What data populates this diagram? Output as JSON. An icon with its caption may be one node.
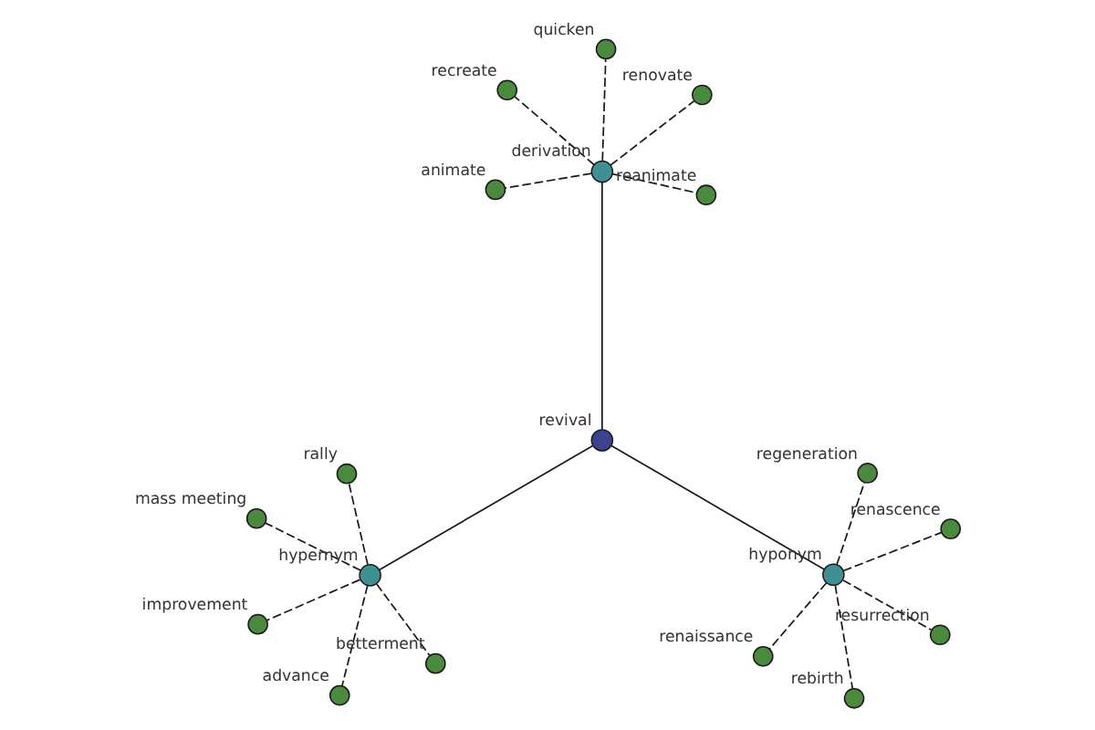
{
  "diagram": {
    "nodes": [
      {
        "text": [
          "revival"
        ]
      },
      {
        "text": [
          "derivation"
        ]
      },
      {
        "text": [
          "animate"
        ]
      },
      {
        "text": [
          "renovate"
        ]
      },
      {
        "text": [
          "reanimate"
        ]
      },
      {
        "text": [
          "quicken"
        ]
      },
      {
        "text": [
          "recreate"
        ]
      },
      {
        "text": [
          "hypernym"
        ]
      },
      {
        "text": [
          "mass meeting"
        ]
      },
      {
        "text": [
          "advance"
        ]
      },
      {
        "text": [
          "improvement"
        ]
      },
      {
        "text": [
          "rally"
        ]
      },
      {
        "text": [
          "betterment"
        ]
      },
      {
        "text": [
          "hyponym"
        ]
      },
      {
        "text": [
          "resurrection"
        ]
      },
      {
        "text": [
          "renaissance"
        ]
      },
      {
        "text": [
          "rebirth"
        ]
      },
      {
        "text": [
          "renascence"
        ]
      },
      {
        "text": [
          "regeneration"
        ]
      }
    ],
    "edges": [
      {
        "from": 0,
        "to": 1,
        "arrow": "none"
      },
      {
        "from": 0,
        "to": 7,
        "arrow": "none"
      },
      {
        "from": 0,
        "to": 13,
        "arrow": "none"
      },
      {
        "from": 1,
        "to": 2,
        "arrow": "none",
        "style": "dashed"
      },
      {
        "from": 1,
        "to": 3,
        "arrow": "none",
        "style": "dashed"
      },
      {
        "from": 1,
        "to": 4,
        "arrow": "none",
        "style": "dashed"
      },
      {
        "from": 1,
        "to": 5,
        "arrow": "none",
        "style": "dashed"
      },
      {
        "from": 1,
        "to": 6,
        "arrow": "none",
        "style": "dashed"
      },
      {
        "from": 7,
        "to": 8,
        "arrow": "none",
        "style": "dashed"
      },
      {
        "from": 7,
        "to": 9,
        "arrow": "none",
        "style": "dashed"
      },
      {
        "from": 7,
        "to": 10,
        "arrow": "none",
        "style": "dashed"
      },
      {
        "from": 7,
        "to": 11,
        "arrow": "none",
        "style": "dashed"
      },
      {
        "from": 7,
        "to": 12,
        "arrow": "none",
        "style": "dashed"
      },
      {
        "from": 13,
        "to": 14,
        "arrow": "none",
        "style": "dashed"
      },
      {
        "from": 13,
        "to": 15,
        "arrow": "none",
        "style": "dashed"
      },
      {
        "from": 13,
        "to": 16,
        "arrow": "none",
        "style": "dashed"
      },
      {
        "from": 13,
        "to": 17,
        "arrow": "none",
        "style": "dashed"
      },
      {
        "from": 13,
        "to": 18,
        "arrow": "none",
        "style": "dashed"
      }
    ]
  }
}
